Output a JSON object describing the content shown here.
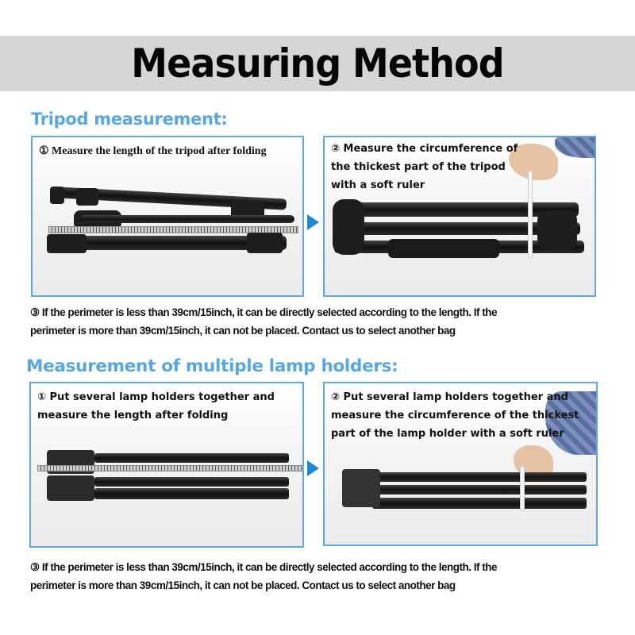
{
  "banner": {
    "title_word1": "Measuring",
    "title_word2": "Method",
    "background": "#d6d6d6"
  },
  "colors": {
    "accent_blue": "#5aa6de",
    "panel_border": "#63a7dd",
    "arrow": "#1e88d8"
  },
  "tripod": {
    "heading": "Tripod measurement:",
    "step1": {
      "label": "① Measure the length of the tripod after folding"
    },
    "step2": {
      "lines": [
        "② Measure the circumference of",
        "the thickest part of the tripod",
        "with a soft ruler"
      ]
    },
    "arrow_icon": "right-triangle-arrow",
    "note": {
      "lines": [
        "③ If the perimeter is less than 39cm/15inch, it can be directly selected according to the length. If the",
        "perimeter is more than 39cm/15inch, it can not be placed. Contact us to select another bag"
      ]
    }
  },
  "lamp": {
    "heading": "Measurement of multiple lamp holders:",
    "step1": {
      "lines": [
        "① Put several lamp holders together and",
        "measure the length after folding"
      ]
    },
    "step2": {
      "lines": [
        "② Put several lamp holders together and",
        "measure the circumference of the thickest",
        "part of the lamp holder with a soft ruler"
      ]
    },
    "arrow_icon": "right-triangle-arrow",
    "note": {
      "lines": [
        "③ If the perimeter is less than 39cm/15inch, it can be directly selected according to the length. If the",
        " perimeter is more than 39cm/15inch, it can not be placed. Contact us to select another bag"
      ]
    }
  }
}
